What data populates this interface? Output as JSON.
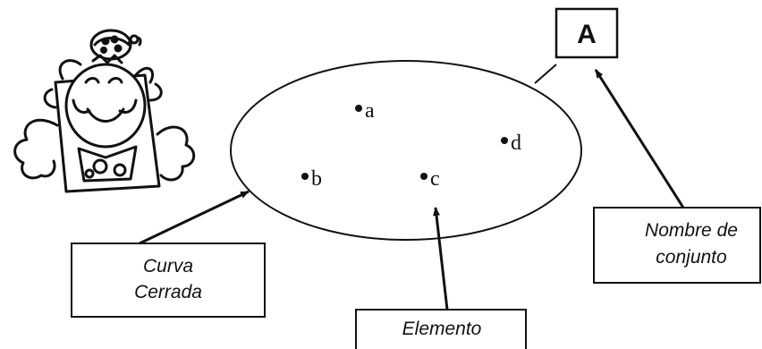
{
  "set_name": "A",
  "elements": [
    "a",
    "b",
    "c",
    "d"
  ],
  "labels": {
    "curve": [
      "Curva",
      "Cerrada"
    ],
    "element": "Elemento",
    "set_name": [
      "Nombre de",
      "conjunto"
    ]
  },
  "illustration": "cartoon-girl-with-ladybug",
  "colors": {
    "ink": "#111111",
    "background": "#ffffff"
  }
}
